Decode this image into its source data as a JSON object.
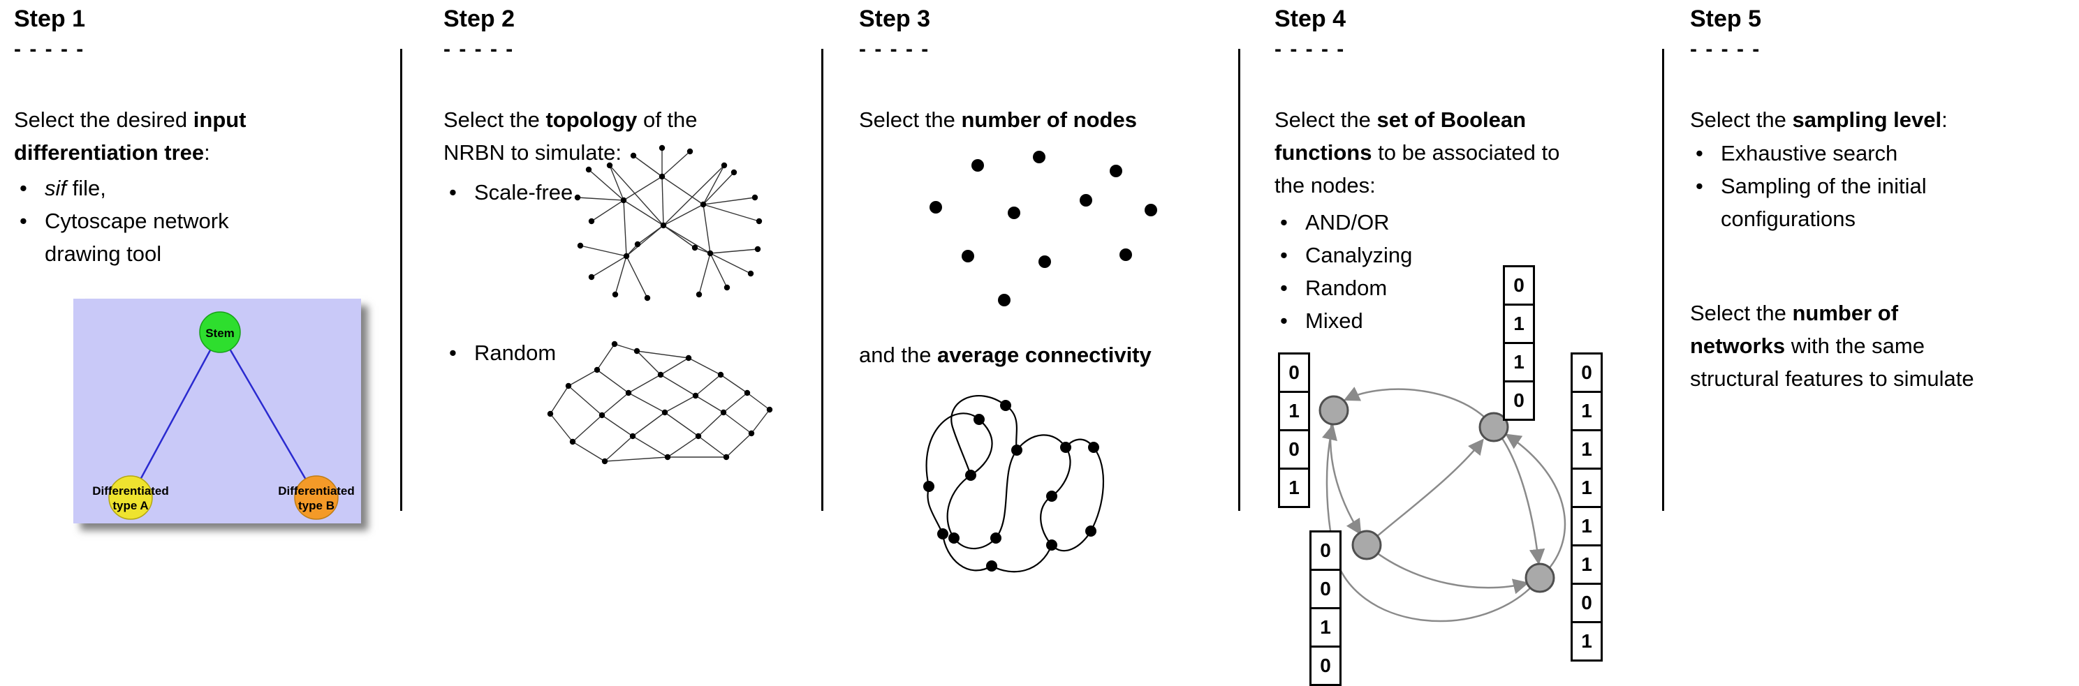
{
  "ui": {
    "bullet": "•",
    "dashes": "- - - - -"
  },
  "steps": [
    {
      "title": "Step 1",
      "lead": [
        {
          "t": "Select the desired "
        },
        {
          "t": "input\ndifferentiation tree",
          "b": true
        },
        {
          "t": ":"
        }
      ],
      "bullets": [
        [
          {
            "t": "sif",
            "i": true
          },
          {
            "t": " file,"
          }
        ],
        [
          {
            "t": "Cytoscape network\ndrawing tool"
          }
        ]
      ],
      "tree": {
        "background": "#c9c9f8",
        "edge_color": "#2a2ad0",
        "nodes": [
          {
            "label": "Stem",
            "color": "#2ede2e"
          },
          {
            "line1": "Differentiated",
            "line2": "type A",
            "color": "#efe32f"
          },
          {
            "line1": "Differentiated",
            "line2": "type B",
            "color": "#f49a28"
          }
        ]
      }
    },
    {
      "title": "Step 2",
      "lead": [
        {
          "t": "Select the "
        },
        {
          "t": "topology",
          "b": true
        },
        {
          "t": " of the\nNRBN to simulate:"
        }
      ],
      "bullets": [
        [
          {
            "t": "Scale-free"
          }
        ],
        [
          {
            "t": "Random"
          }
        ]
      ]
    },
    {
      "title": "Step 3",
      "lead": [
        {
          "t": "Select the "
        },
        {
          "t": "number of nodes",
          "b": true
        }
      ],
      "lead2": [
        {
          "t": "and the "
        },
        {
          "t": "average connectivity",
          "b": true
        }
      ]
    },
    {
      "title": "Step 4",
      "lead": [
        {
          "t": "Select the "
        },
        {
          "t": "set of Boolean\nfunctions",
          "b": true
        },
        {
          "t": " to be associated to\nthe nodes:"
        }
      ],
      "bullets": [
        [
          {
            "t": "AND/OR"
          }
        ],
        [
          {
            "t": "Canalyzing"
          }
        ],
        [
          {
            "t": "Random"
          }
        ],
        [
          {
            "t": "Mixed"
          }
        ]
      ],
      "truth_tables": {
        "left": [
          "0",
          "1",
          "0",
          "1"
        ],
        "top": [
          "0",
          "1",
          "1",
          "0"
        ],
        "right": [
          "0",
          "1",
          "1",
          "1",
          "1",
          "1",
          "0",
          "1"
        ],
        "bottom_left": [
          "0",
          "0",
          "1",
          "0"
        ]
      },
      "node_color": "#a9a9a9",
      "edge_color": "#8a8a8a"
    },
    {
      "title": "Step 5",
      "lead": [
        {
          "t": "Select the "
        },
        {
          "t": "sampling level",
          "b": true
        },
        {
          "t": ":"
        }
      ],
      "bullets": [
        [
          {
            "t": "Exhaustive search"
          }
        ],
        [
          {
            "t": "Sampling of the initial\nconfigurations"
          }
        ]
      ],
      "paragraph2": [
        {
          "t": "Select the "
        },
        {
          "t": "number of\nnetworks",
          "b": true
        },
        {
          "t": " with the same\nstructural features to simulate"
        }
      ]
    }
  ]
}
